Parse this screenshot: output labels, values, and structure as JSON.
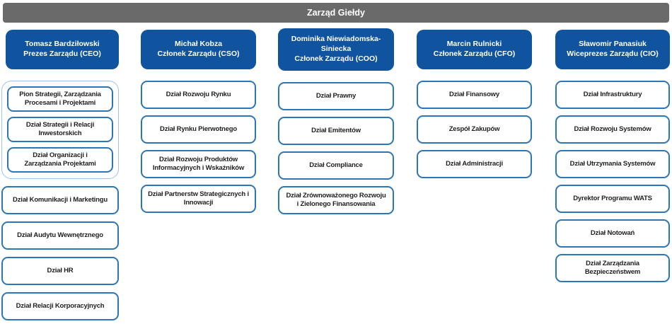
{
  "colors": {
    "top_bar": "#6a6a6a",
    "executive_box": "#10539e",
    "department_border": "#2e75b6",
    "group_border": "#9dc3e6",
    "department_text": "#1f1f1f"
  },
  "top_bar": {
    "label": "Zarząd Giełdy"
  },
  "columns": [
    {
      "executive": {
        "name": "Tomasz Bardziłowski",
        "role": "Prezes Zarządu (CEO)"
      },
      "group": [
        "Pion Strategii, Zarządzania\nProcesami i Projektami",
        "Dział Strategii i Relacji\nInwestorskich",
        "Dział Organizacji i\nZarządzania Projektami"
      ],
      "departments": [
        "Dział Komunikacji i Marketingu",
        "Dział Audytu Wewnętrznego",
        "Dział HR",
        "Dział Relacji Korporacyjnych"
      ]
    },
    {
      "executive": {
        "name": "Michał Kobza",
        "role": "Członek Zarządu (CSO)"
      },
      "departments": [
        "Dział Rozwoju Rynku",
        "Dział Rynku Pierwotnego",
        "Dział Rozwoju Produktów\nInformacyjnych i Wskaźników",
        "Dział Partnerstw Strategicznych i\nInnowacji"
      ]
    },
    {
      "executive": {
        "name": "Dominika Niewiadomska-\nSiniecka",
        "role": "Członek Zarządu (COO)"
      },
      "departments": [
        "Dział Prawny",
        "Dział Emitentów",
        "Dział Compliance",
        "Dział Zrównoważonego Rozwoju\ni Zielonego Finansowania"
      ]
    },
    {
      "executive": {
        "name": "Marcin Rulnicki",
        "role": "Członek Zarządu (CFO)"
      },
      "departments": [
        "Dział Finansowy",
        "Zespół Zakupów",
        "Dział Administracji"
      ]
    },
    {
      "executive": {
        "name": "Sławomir Panasiuk",
        "role": "Wiceprezes Zarządu (CIO)"
      },
      "departments": [
        "Dział Infrastruktury",
        "Dział Rozwoju Systemów",
        "Dział Utrzymania Systemów",
        "Dyrektor Programu WATS",
        "Dział Notowań",
        "Dział Zarządzania\nBezpieczeństwem"
      ]
    }
  ]
}
